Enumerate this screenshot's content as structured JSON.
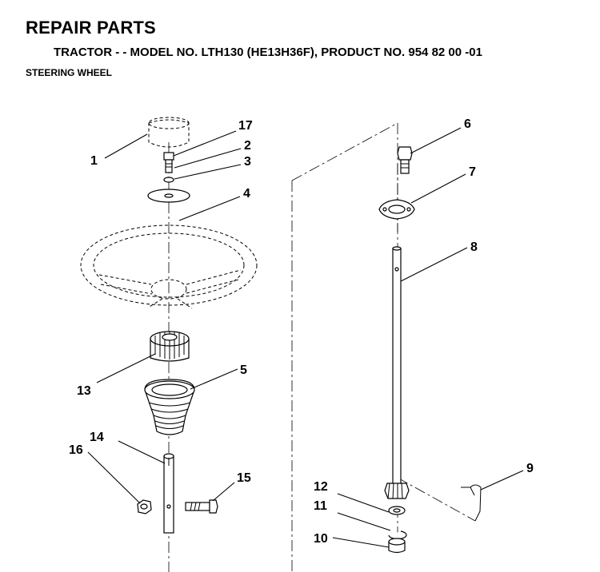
{
  "header": {
    "title": "REPAIR PARTS",
    "subtitle": "TRACTOR - - MODEL NO. LTH130 (HE13H36F),  PRODUCT NO. 954 82 00 -01",
    "section": "STEERING WHEEL"
  },
  "callouts": {
    "c1": "1",
    "c2": "2",
    "c3": "3",
    "c4": "4",
    "c5": "5",
    "c6": "6",
    "c7": "7",
    "c8": "8",
    "c9": "9",
    "c10": "10",
    "c11": "11",
    "c12": "12",
    "c13": "13",
    "c14": "14",
    "c15": "15",
    "c16": "16",
    "c17": "17"
  }
}
